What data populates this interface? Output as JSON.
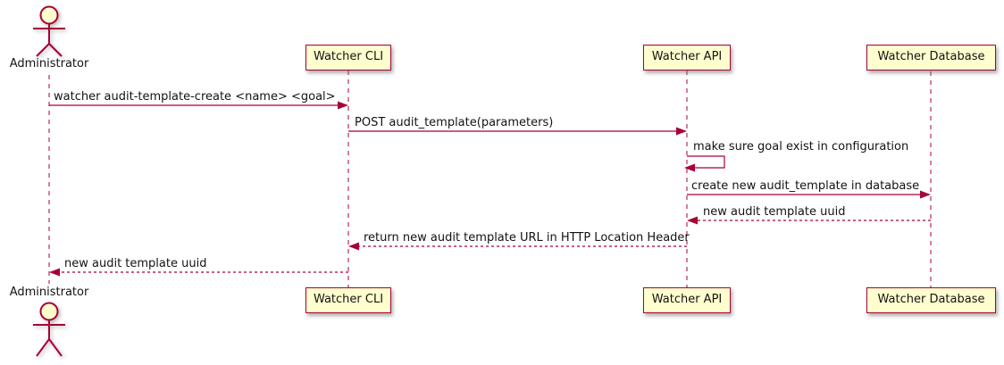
{
  "diagram": {
    "type": "uml-sequence-diagram",
    "colors": {
      "background": "#FFFFFF",
      "participant_fill": "#FEFECE",
      "stroke": "#A80036",
      "text": "#131313"
    },
    "actors": [
      {
        "name": "Administrator"
      }
    ],
    "participants": [
      {
        "name": "Watcher CLI"
      },
      {
        "name": "Watcher API"
      },
      {
        "name": "Watcher Database"
      }
    ],
    "messages": [
      {
        "from": "Administrator",
        "to": "Watcher CLI",
        "style": "solid",
        "text": "watcher audit-template-create <name> <goal>"
      },
      {
        "from": "Watcher CLI",
        "to": "Watcher API",
        "style": "solid",
        "text": "POST audit_template(parameters)"
      },
      {
        "from": "Watcher API",
        "to": "Watcher API",
        "style": "self",
        "text": "make sure goal exist in configuration"
      },
      {
        "from": "Watcher API",
        "to": "Watcher Database",
        "style": "solid",
        "text": "create new audit_template in database"
      },
      {
        "from": "Watcher Database",
        "to": "Watcher API",
        "style": "dashed",
        "text": "new audit template uuid"
      },
      {
        "from": "Watcher API",
        "to": "Watcher CLI",
        "style": "dashed",
        "text": "return new audit template URL in HTTP Location Header"
      },
      {
        "from": "Watcher CLI",
        "to": "Administrator",
        "style": "dashed",
        "text": "new audit template uuid"
      }
    ]
  }
}
